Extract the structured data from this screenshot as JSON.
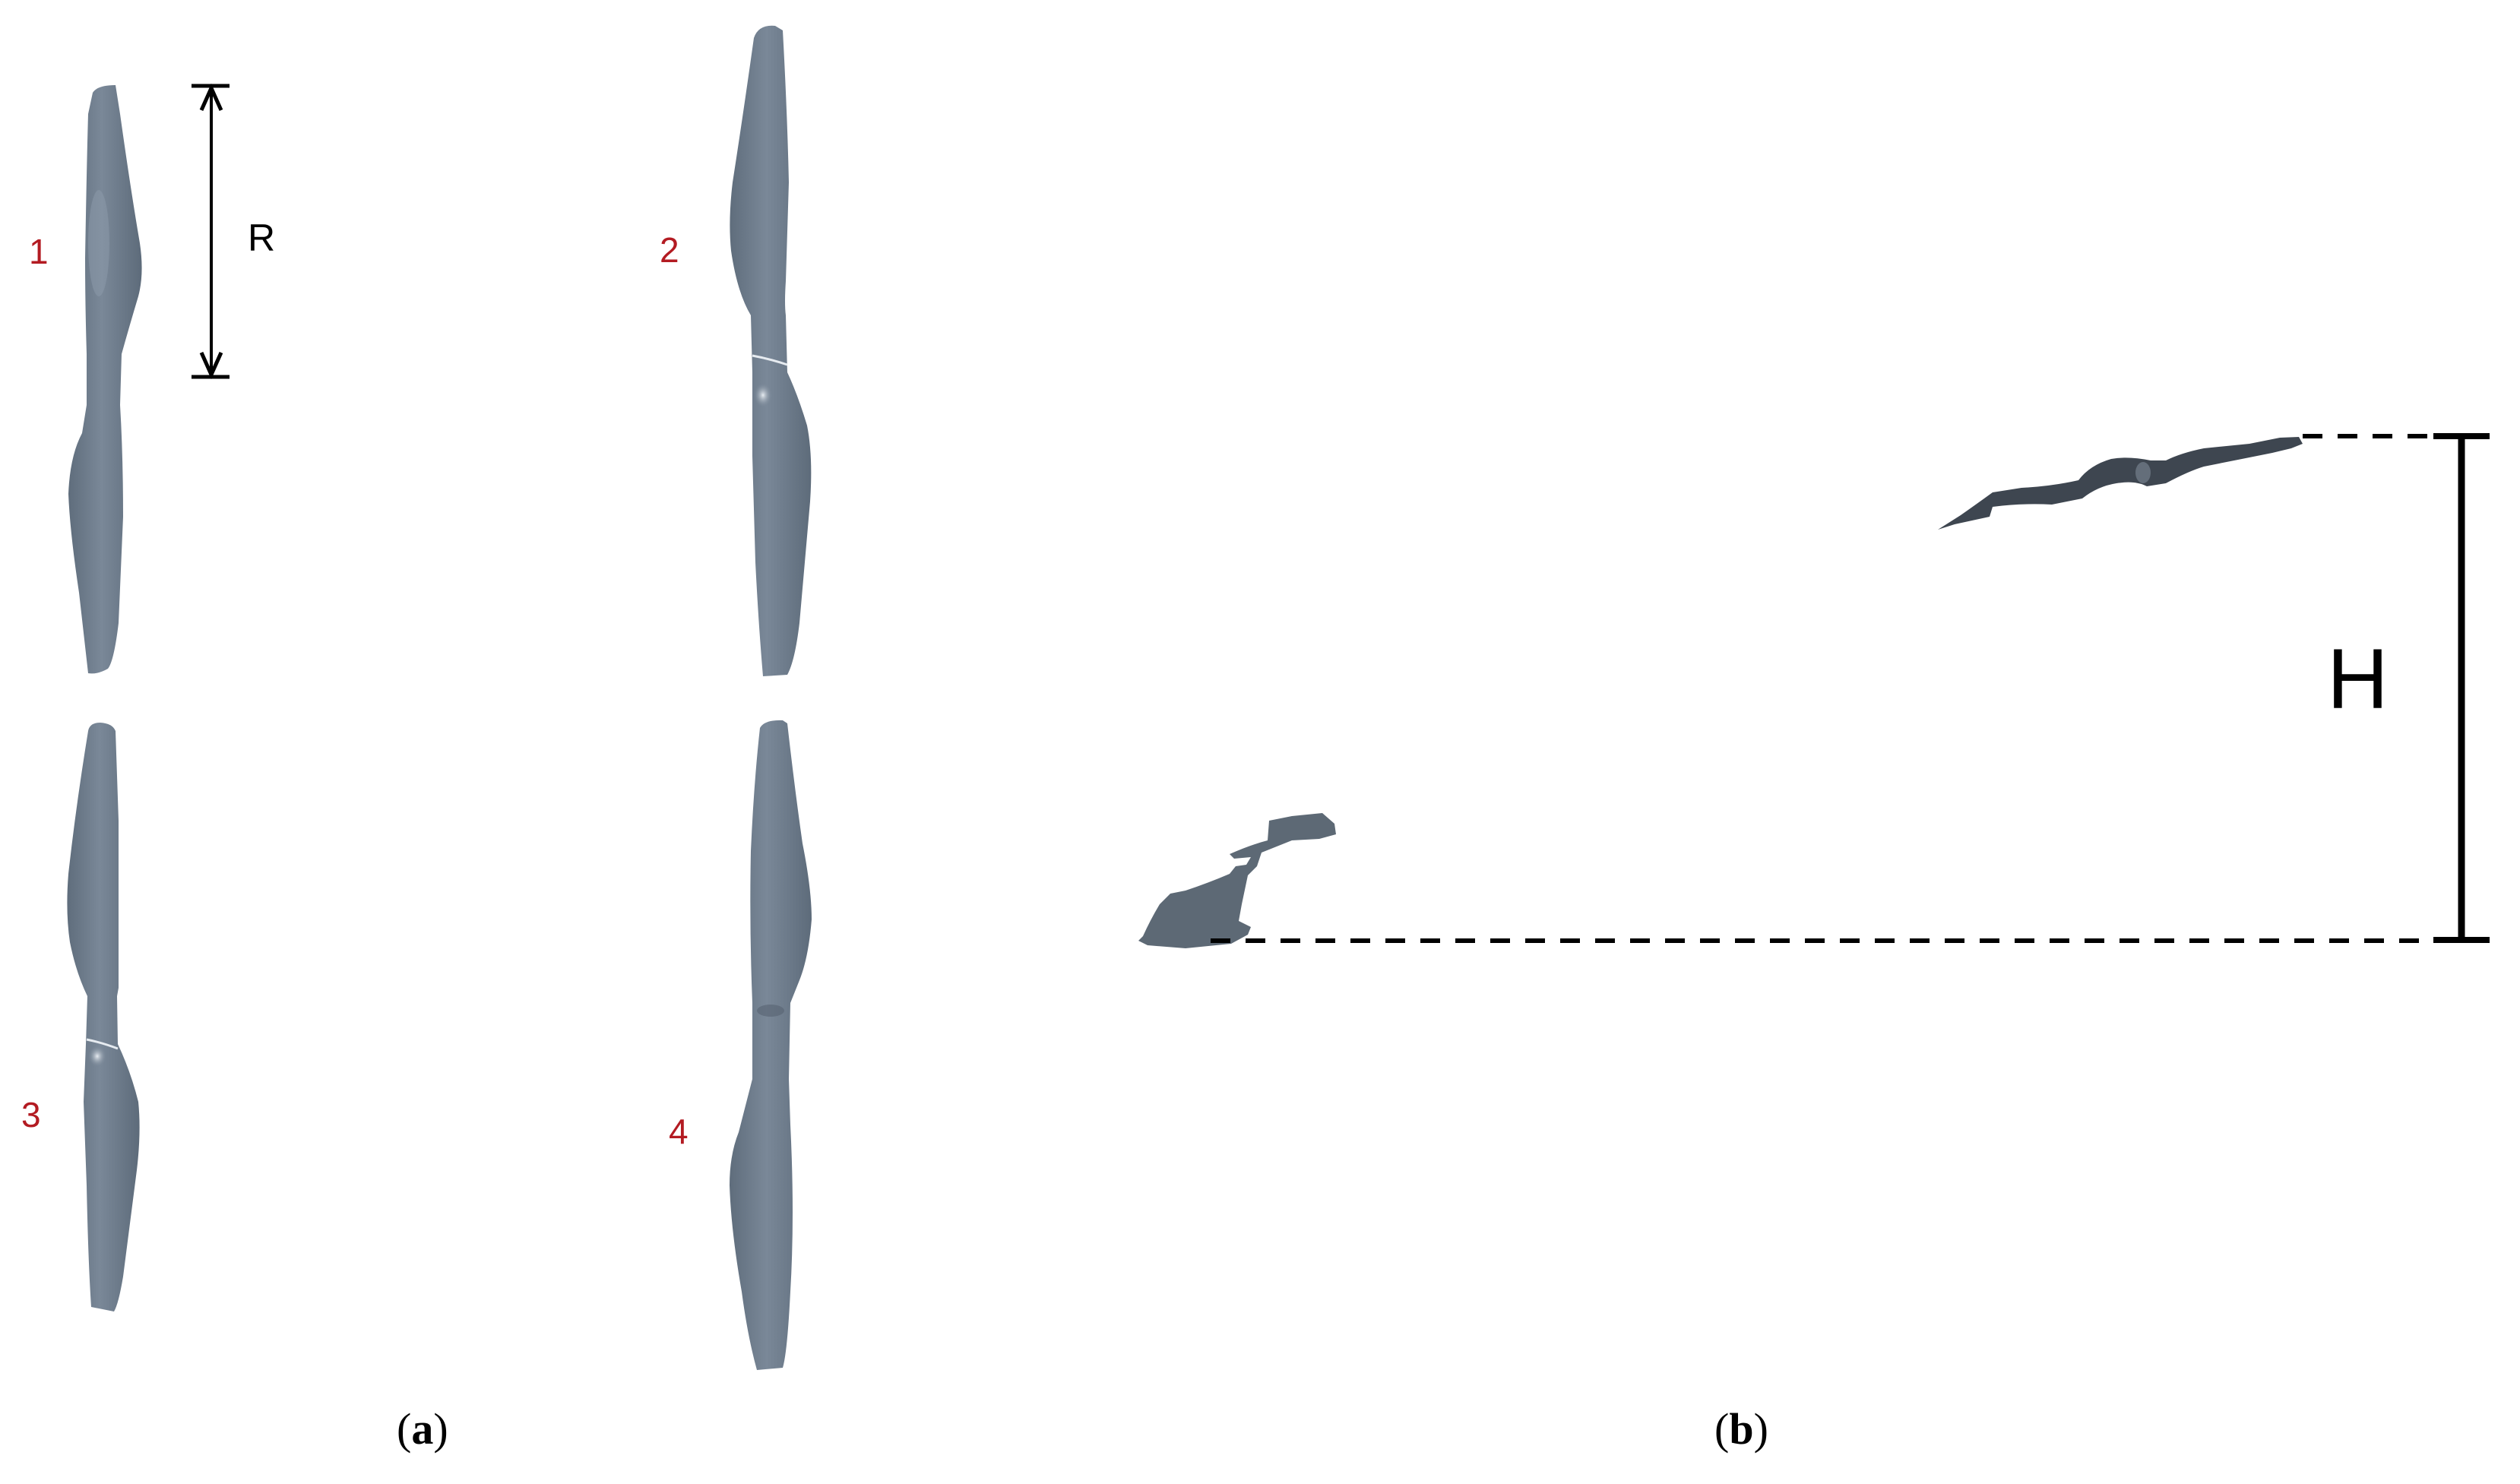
{
  "figure": {
    "panel_a": {
      "caption_open": "(",
      "caption_letter": "a",
      "caption_close": ")",
      "propellers": [
        {
          "label": "1"
        },
        {
          "label": "2"
        },
        {
          "label": "3"
        },
        {
          "label": "4"
        }
      ],
      "dimension_label": "R"
    },
    "panel_b": {
      "caption_open": "(",
      "caption_letter": "b",
      "caption_close": ")",
      "dimension_label": "H"
    },
    "colors": {
      "propeller": "#6b7a8a",
      "propeller_side": "#3e4650",
      "label_red": "#b31b22",
      "line": "#000000"
    }
  }
}
